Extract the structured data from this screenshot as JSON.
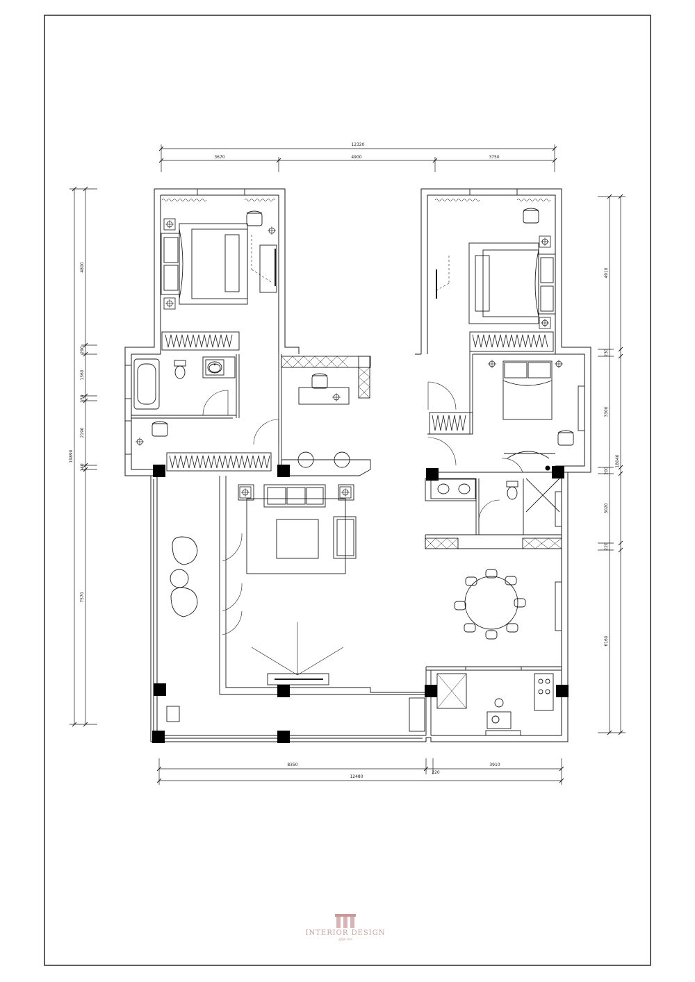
{
  "drawing": {
    "type": "floor plan",
    "colors": {
      "line": "#1a1a1a",
      "column": "#000000",
      "watermark": "#c9a0a0",
      "background": "#ffffff"
    }
  },
  "dimensions": {
    "top_total": "12320",
    "top_segments": [
      "3670",
      "4900",
      "3750"
    ],
    "bottom_total": "12480",
    "bottom_segments": [
      "8350",
      "220",
      "3910"
    ],
    "left_total": "19890",
    "left_segments": [
      "4800",
      "290",
      "1360",
      "150",
      "2190",
      "140",
      "7570"
    ],
    "right_total": "18040",
    "right_segments": [
      "4910",
      "230",
      "3300",
      "200",
      "3020",
      "220",
      "6160"
    ]
  },
  "watermark": {
    "brand": "INTERIOR DESIGN",
    "sub": "@SJA.com"
  }
}
